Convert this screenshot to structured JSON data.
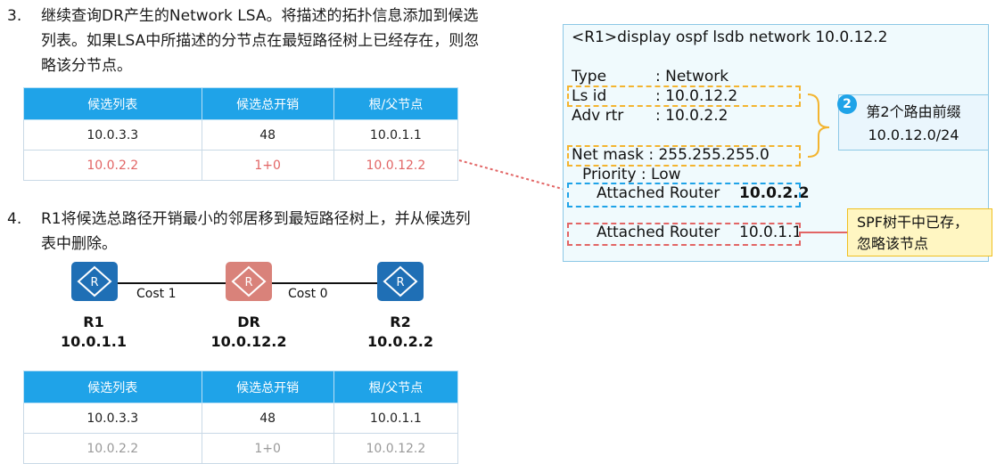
{
  "step3": {
    "number": "3.",
    "lines": [
      "继续查询DR产生的Network LSA。将描述的拓扑信息添加到候选",
      "列表。如果LSA中所描述的分节点在最短路径树上已经存在，则忽",
      "略该分节点。"
    ]
  },
  "table_headers": [
    "候选列表",
    "候选总开销",
    "根/父节点"
  ],
  "table1": {
    "rows": [
      [
        "10.0.3.3",
        "48",
        "10.0.1.1"
      ],
      [
        "10.0.2.2",
        "1+0",
        "10.0.12.2"
      ]
    ]
  },
  "step4": {
    "number": "4.",
    "lines": [
      "R1将候选总路径开销最小的邻居移到最短路径树上，并从候选列",
      "表中删除。"
    ]
  },
  "topology": {
    "router_glyph": "R",
    "routers": [
      {
        "name": "R1",
        "ip": "10.0.1.1",
        "color": "#1f6fb5"
      },
      {
        "name": "DR",
        "ip": "10.0.12.2",
        "color": "#d9827a"
      },
      {
        "name": "R2",
        "ip": "10.0.2.2",
        "color": "#1f6fb5"
      }
    ],
    "links": [
      "Cost 1",
      "Cost 0"
    ]
  },
  "table2": {
    "rows": [
      [
        "10.0.3.3",
        "48",
        "10.0.1.1"
      ],
      [
        "10.0.2.2",
        "1+0",
        "10.0.12.2"
      ]
    ]
  },
  "lsdb": {
    "command": "<R1>display ospf lsdb network 10.0.12.2",
    "type_label": "Type",
    "type_value": ": Network",
    "lsid_label": "Ls id",
    "lsid_value": ": 10.0.12.2",
    "advrtr_label": "Adv rtr",
    "advrtr_value": ": 10.0.2.2",
    "netmask_line": "Net mask  : 255.255.255.0",
    "priority_line": "Priority  : Low",
    "attached1_label": "Attached Router",
    "attached1_value": "10.0.2.2",
    "attached2_label": "Attached Router",
    "attached2_value": "10.0.1.1"
  },
  "note_prefix": {
    "badge": "2",
    "lines": [
      "第2个路由前缀",
      "10.0.12.0/24"
    ]
  },
  "note_spf": {
    "lines": [
      "SPF树干中已存，",
      "忽略该节点"
    ]
  },
  "colors": {
    "accent_blue": "#1fa3e8",
    "highlight_red": "#e26565",
    "highlight_yellow": "#f3b42f"
  }
}
